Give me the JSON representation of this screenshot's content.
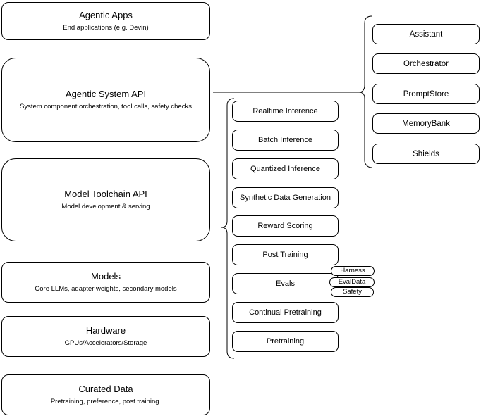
{
  "diagram": {
    "stack": [
      {
        "title": "Agentic Apps",
        "subtitle": "End applications (e.g. Devin)"
      },
      {
        "title": "Agentic System API",
        "subtitle": "System component orchestration, tool calls, safety checks"
      },
      {
        "title": "Model Toolchain API",
        "subtitle": "Model development & serving"
      },
      {
        "title": "Models",
        "subtitle": "Core LLMs, adapter weights, secondary models"
      },
      {
        "title": "Hardware",
        "subtitle": "GPUs/Accelerators/Storage"
      },
      {
        "title": "Curated Data",
        "subtitle": "Pretraining, preference, post training."
      }
    ],
    "toolchain_components": [
      "Realtime Inference",
      "Batch Inference",
      "Quantized Inference",
      "Synthetic Data Generation",
      "Reward Scoring",
      "Post Training",
      "Evals",
      "Continual Pretraining",
      "Pretraining"
    ],
    "system_components": [
      "Assistant",
      "Orchestrator",
      "PromptStore",
      "MemoryBank",
      "Shields"
    ],
    "eval_tags": [
      "Harness",
      "EvalData",
      "Safety"
    ],
    "colors": {
      "stroke": "#000000",
      "fill": "#ffffff",
      "text": "#000000"
    }
  }
}
